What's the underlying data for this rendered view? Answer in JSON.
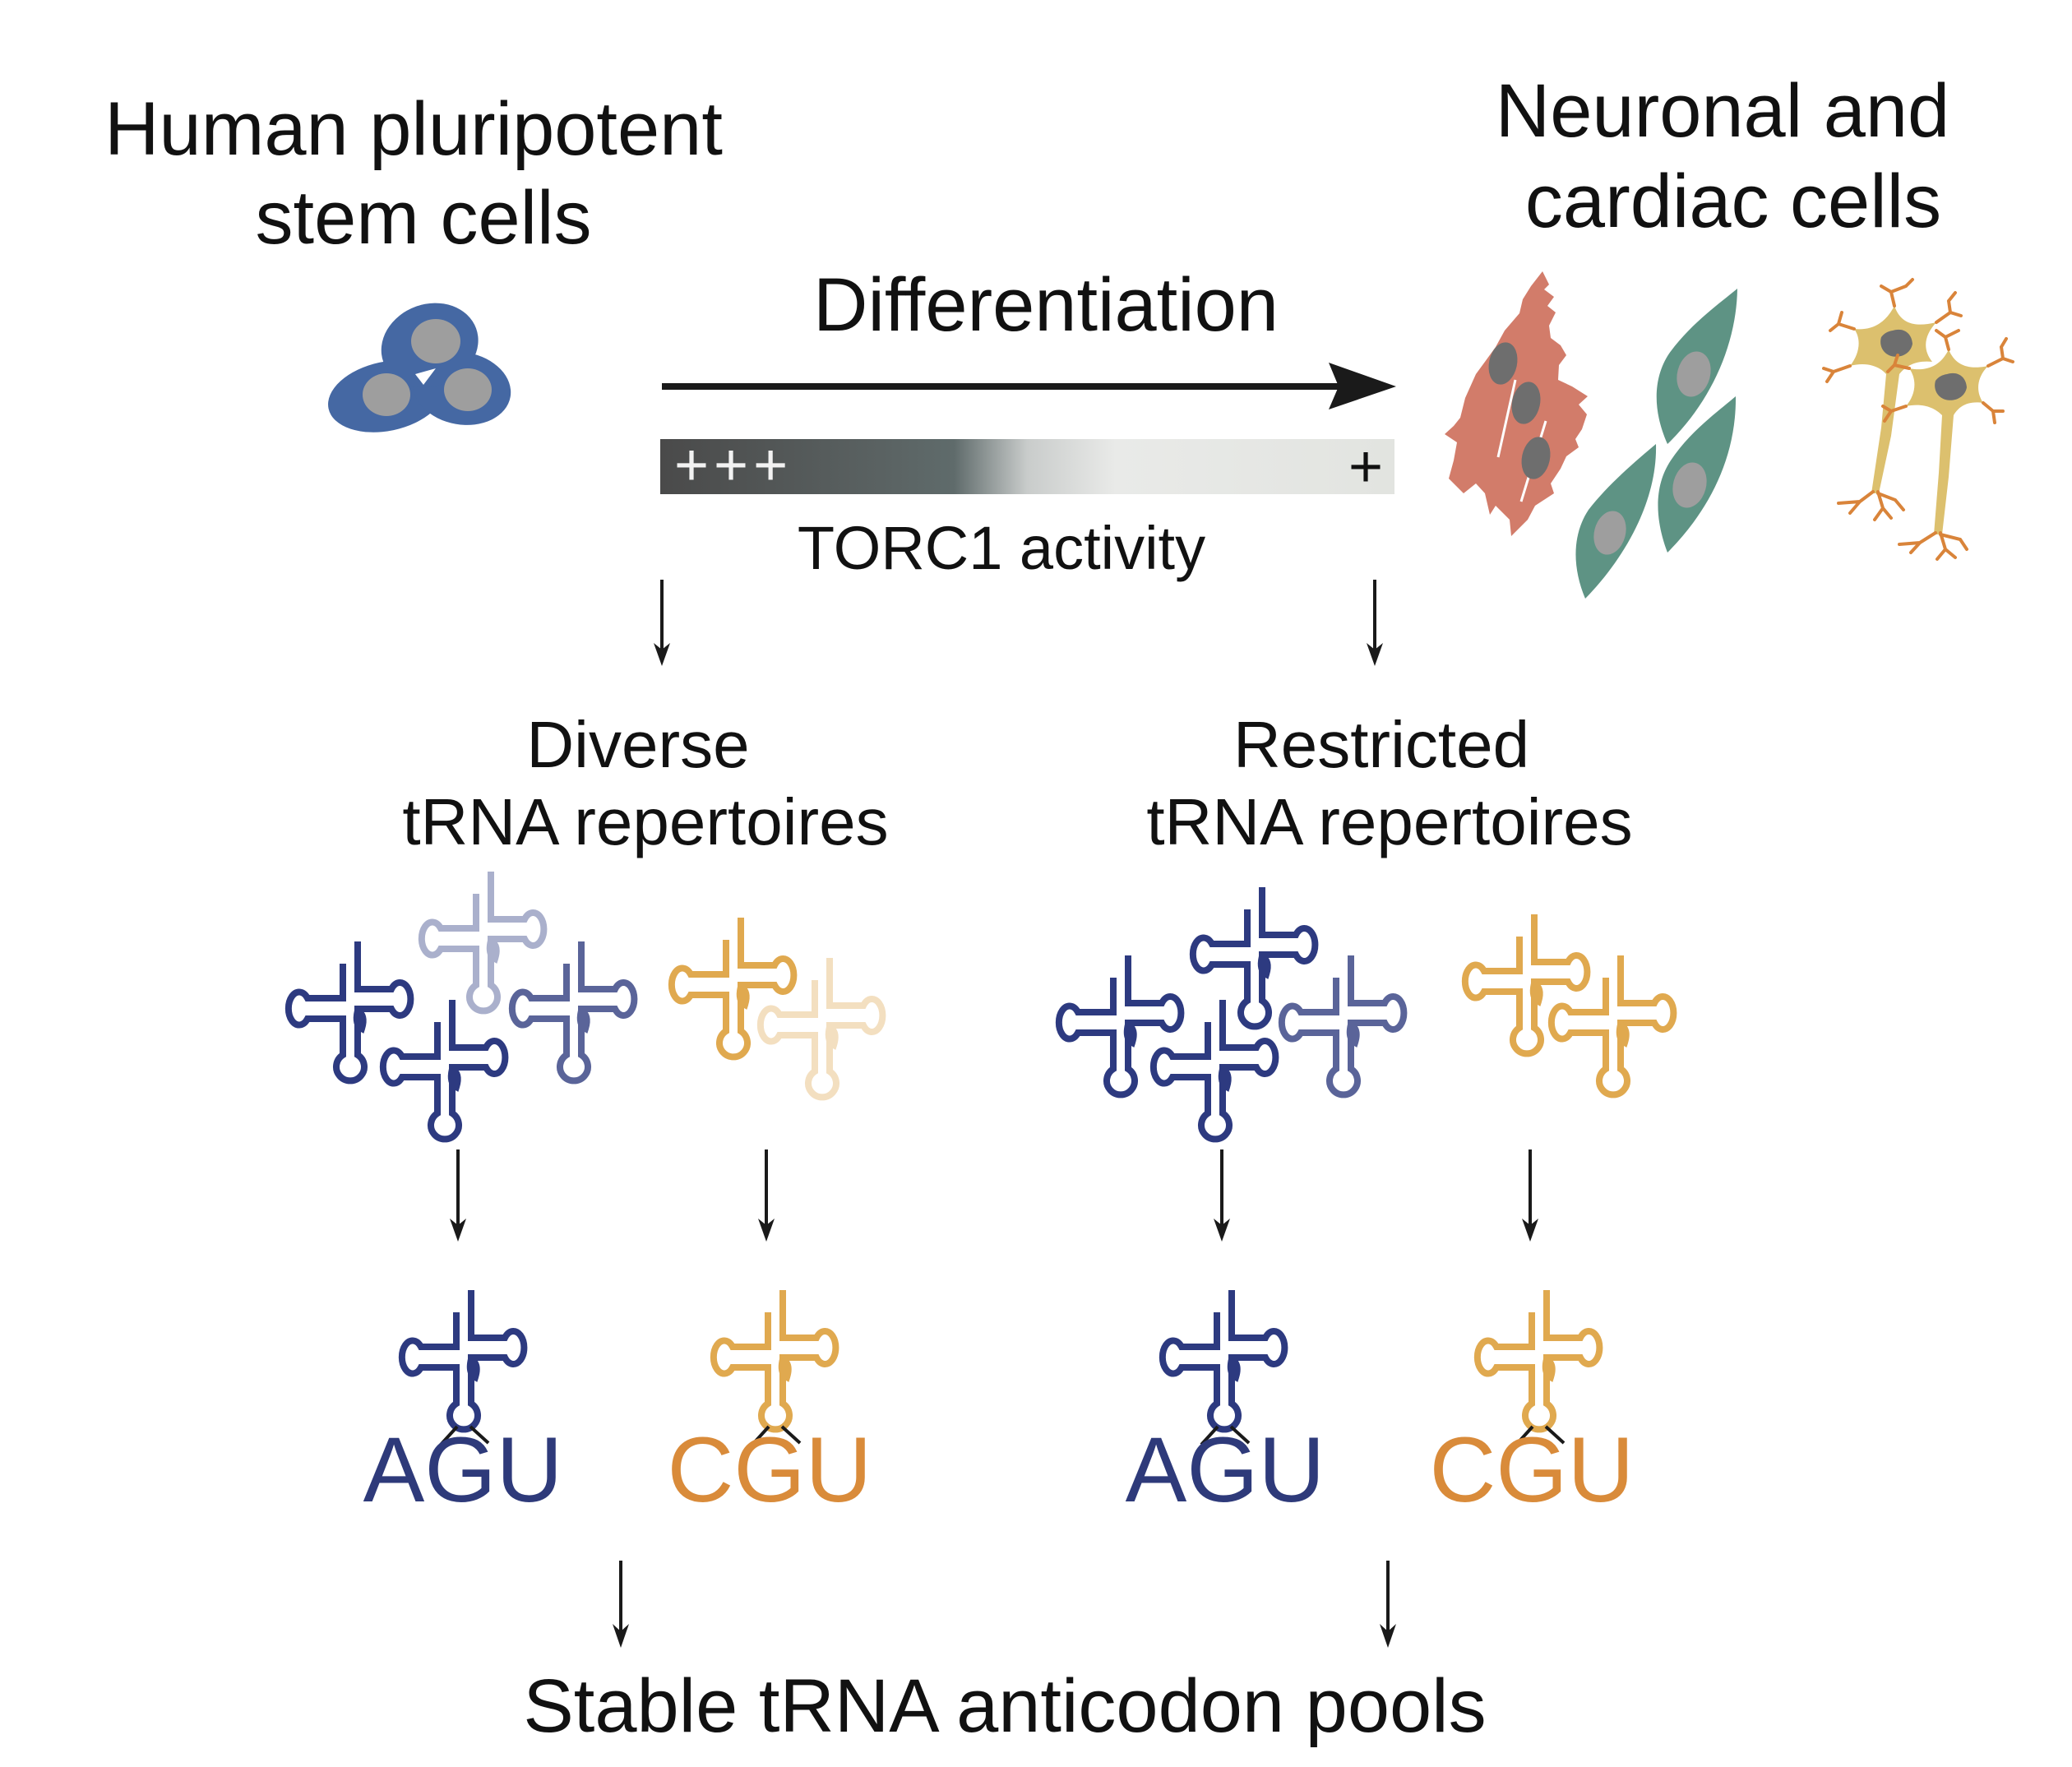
{
  "labels": {
    "source_cells": [
      "Human pluripotent",
      "stem cells"
    ],
    "target_cells": [
      "Neuronal and",
      "cardiac cells"
    ],
    "process": "Differentiation",
    "activity_high": "+++",
    "activity_low": "+",
    "activity_label": "TORC1 activity",
    "left_branch": [
      "Diverse",
      "tRNA repertoires"
    ],
    "right_branch": [
      "Restricted",
      "tRNA repertoires"
    ],
    "codons": {
      "left_blue": "AGU",
      "left_orange": "CGU",
      "right_blue": "AGU",
      "right_orange": "CGU"
    },
    "conclusion": "Stable tRNA anticodon pools"
  },
  "colors": {
    "navy": "#2d3a80",
    "navy_mid": "#5a6499",
    "navy_faded": "#aab0cc",
    "orange": "#e0a94f",
    "orange_faded": "#f3dfc0",
    "codon_navy": "#2e3a7a",
    "codon_orange": "#d98b3a",
    "stem_cell": "#4568a3",
    "cardiomyocyte": "#d27c6a",
    "fibroblast": "#5e9384",
    "neuron_body": "#dcc06e",
    "neuron_dendrite": "#d9843a",
    "nucleus_light": "#9e9e9e",
    "nucleus_dark": "#6e6e6e"
  },
  "icons": {
    "stem_cells": "stem-cell-cluster-icon",
    "cardiac_cells": "cardiomyocyte-icon",
    "fibroblasts": "spindle-cell-icon",
    "neurons": "neuron-icon",
    "trna": "trna-cloverleaf-icon"
  }
}
